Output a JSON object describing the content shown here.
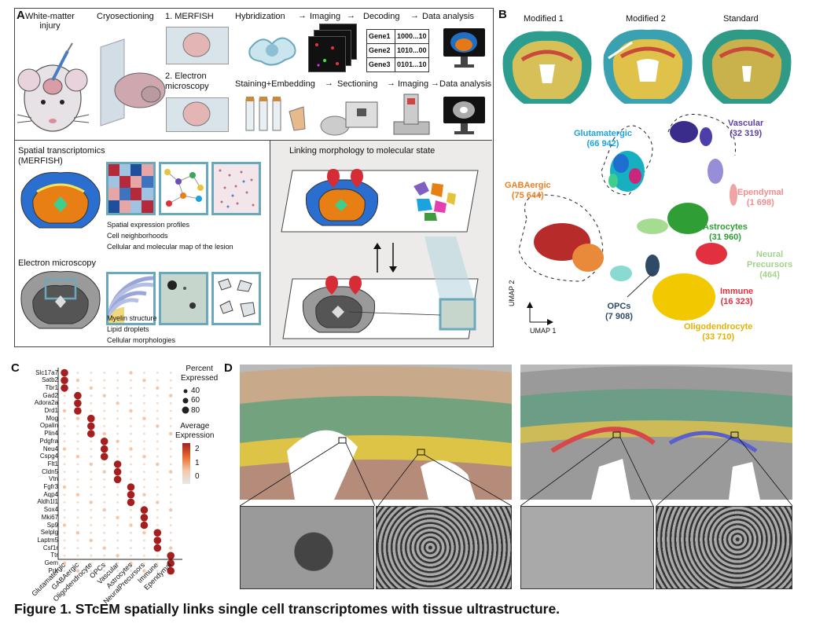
{
  "panelA": {
    "label": "A",
    "steps": [
      "White-matter\ninjury",
      "Cryosectioning"
    ],
    "merfish": "1. MERFISH",
    "em": "2. Electron\nmicroscopy",
    "pipeline1": [
      "Hybridization",
      "Imaging",
      "Decoding",
      "Data analysis"
    ],
    "pipeline2": [
      "Staining+Embedding",
      "Sectioning",
      "Imaging",
      "Data analysis"
    ],
    "genes": [
      {
        "name": "Gene1",
        "code": "1000...10"
      },
      {
        "name": "Gene2",
        "code": "1010...00"
      },
      {
        "name": "Gene3",
        "code": "0101...10"
      }
    ],
    "spatial_title": "Spatial transcriptomics\n(MERFISH)",
    "spatial_items": [
      "Spatial expression profiles",
      "Cell neighborhoods",
      "Cellular and molecular map of the lesion"
    ],
    "em_title": "Electron microscopy",
    "em_items": [
      "Myelin structure",
      "Lipid droplets",
      "Cellular morphologies"
    ],
    "linking": "Linking morphology to molecular state"
  },
  "panelB": {
    "label": "B",
    "sections": [
      "Modified 1",
      "Modified 2",
      "Standard"
    ],
    "clusters": [
      {
        "name": "Glutamatergic",
        "count": "(66 942)",
        "color": "#1aa3df"
      },
      {
        "name": "Vascular",
        "count": "(32 319)",
        "color": "#5b3fa8"
      },
      {
        "name": "GABAergic",
        "count": "(75 644)",
        "color": "#f07f1e"
      },
      {
        "name": "Ependymal",
        "count": "(1 698)",
        "color": "#f08d8d"
      },
      {
        "name": "Astrocytes",
        "count": "(31 960)",
        "color": "#2e9e35"
      },
      {
        "name": "Neural\nPrecursors",
        "count": "(464)",
        "color": "#a3d38b"
      },
      {
        "name": "Immune",
        "count": "(16 323)",
        "color": "#e3303f"
      },
      {
        "name": "OPCs",
        "count": "(7 908)",
        "color": "#2e4a66"
      },
      {
        "name": "Oligodendrocyte",
        "count": "(33 710)",
        "color": "#e6b100"
      }
    ],
    "umap1": "UMAP 1",
    "umap2": "UMAP 2"
  },
  "panelC": {
    "label": "C",
    "genes": [
      "Slc17a7",
      "Satb2",
      "Tbr1",
      "Gad2",
      "Adora2a",
      "Drd1",
      "Mog",
      "Opalin",
      "Plin4",
      "Pdgfra",
      "Neu4",
      "Cspg4",
      "Flt1",
      "Cldn5",
      "Vtn",
      "Fgfr3",
      "Aqp4",
      "Aldh1l1",
      "Sox4",
      "Mki67",
      "Sp9",
      "Selplg",
      "Laptm5",
      "Csf1r",
      "Ttr",
      "Gem",
      "Prlr"
    ],
    "groups": [
      "Glutamatergic",
      "GABAergic",
      "Oligodendrocyte",
      "OPCs",
      "Vascular",
      "Astrocytes",
      "NeuralPrecursors",
      "Immune",
      "Ependymal"
    ],
    "legend_pct_title": "Percent\nExpressed",
    "legend_pct": [
      "40",
      "60",
      "80"
    ],
    "legend_expr_title": "Average\nExpression",
    "legend_expr": [
      "2",
      "1",
      "0"
    ]
  },
  "panelD": {
    "label": "D"
  },
  "caption": "Figure 1. STcEM spatially links single cell transcriptomes with tissue ultrastructure."
}
